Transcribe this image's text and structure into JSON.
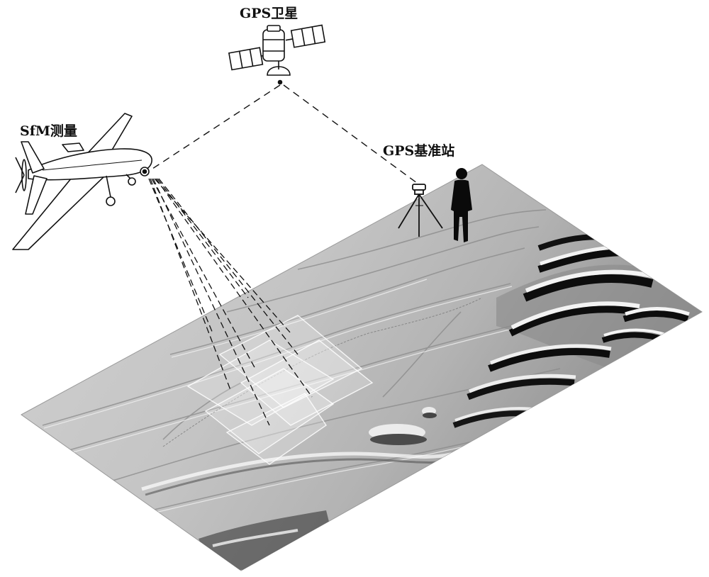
{
  "labels": {
    "satellite": "GPS卫星",
    "drone": "SfM测量",
    "base_station": "GPS基准站"
  },
  "icons": {
    "satellite": "satellite-icon",
    "drone": "uav-drone-icon",
    "tripod": "gps-tripod-icon",
    "person": "person-silhouette-icon"
  },
  "colors": {
    "terrain_light": "#dcdcdc",
    "terrain_mid": "#9a9a9a",
    "terrain_dark": "#1a1a1a",
    "line": "#111111"
  }
}
